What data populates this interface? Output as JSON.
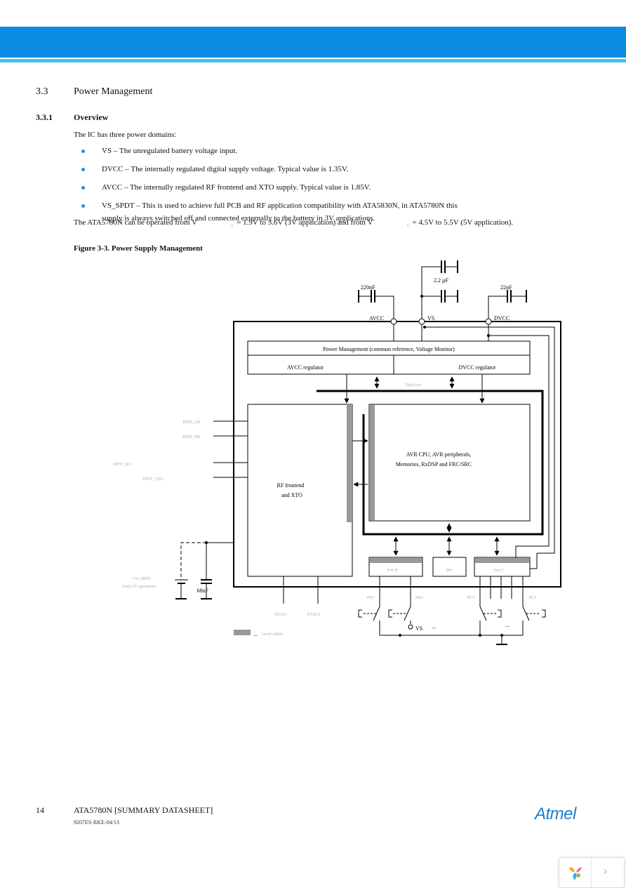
{
  "section": {
    "number": "3.3",
    "title": "Power Management"
  },
  "subsection": {
    "number": "3.3.1",
    "title": "Overview"
  },
  "intro": "The IC has three power domains:",
  "bullets": [
    {
      "text": "VS – The unregulated battery voltage input."
    },
    {
      "text": "DVCC – The internally regulated digital supply voltage. Typical value is 1.35V."
    },
    {
      "text": "AVCC – The internally regulated RF frontend and XTO supply. Typical value is 1.85V."
    },
    {
      "text": "VS_SPDT – This is used to achieve full PCB and RF application compatibility with ATA5830N, in ATA5780N this",
      "cont": "supply is always switched off and connected externally to the battery in 3V applications."
    }
  ],
  "operating_range": {
    "part1": "The ATA5780N can be operated from V",
    "sub1": "S",
    "part2": " = 1.9V to 3.6V (3V application) and from V",
    "sub2": "S",
    "part3": " = 4.5V to 5.5V (5V application)."
  },
  "figure": {
    "caption": "Figure 3-3.  Power Supply Management",
    "labels": {
      "cap_top": "2.2 µF",
      "cap_avcc": "220nF",
      "cap_dvcc": "22nF",
      "pin_avcc": "AVCC",
      "pin_vs": "VS",
      "pin_dvcc": "DVCC",
      "pm_title": "Power Management (common reference, Voltage Monitor)",
      "avcc_reg": "AVCC regulator",
      "dvcc_reg": "DVCC regulator",
      "data_bus": "Data Bus",
      "rfin_lb": "RFIN_LB",
      "rfin_hb": "RFIN_HB",
      "spdt_rx": "SPDT_RX",
      "spdt_ant": "SPDT_ANT",
      "rf_line1": "RF frontend",
      "rf_line2": "and XTO",
      "cpu_line1": "AVR CPU, AVR peripherals,",
      "cpu_line2": "Memories, RxDSP and FRC/SRC",
      "portb": "Port B",
      "spi": "SPI",
      "portc": "Port C",
      "vs_spdt": "VS_SPDT",
      "vs_spdt_note": "(only 5V operation)",
      "cap_68": "68nF",
      "xtal1": "XTAL1",
      "xtal2": "XTAL2",
      "pb7": "PB7",
      "pb4": "PB4",
      "pc5": "PC5",
      "pc1": "PC1",
      "vs_switch": "VS",
      "dots": "...",
      "legend": "Level shifter"
    }
  },
  "footer": {
    "page": "14",
    "title": "ATA5780N [SUMMARY DATASHEET]",
    "docnum": "9207ES-RKE-04/13",
    "logo": "Atmel"
  },
  "colors": {
    "header_band": "#0a8ce5",
    "header_line": "#43c5ef",
    "bullet": "#1f8fe0",
    "level_shifter": "#999999",
    "logo": "#1b7fd1"
  }
}
